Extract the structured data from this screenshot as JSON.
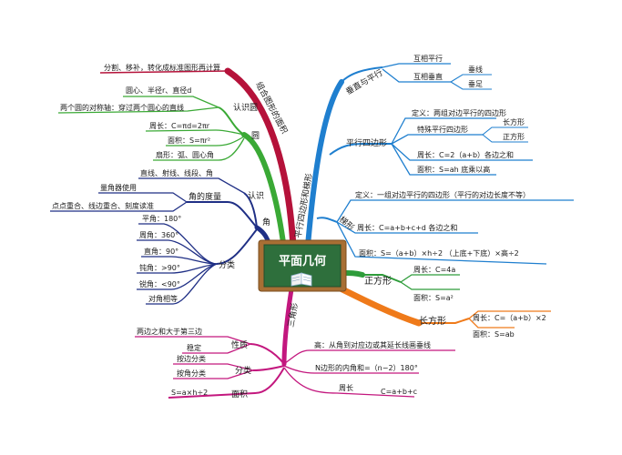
{
  "center": {
    "title": "平面几何"
  },
  "branches": {
    "combo": {
      "label": "组合图形的面积",
      "items": [
        "分割、移补，转化成标准图形再计算"
      ]
    },
    "circle": {
      "label": "圆",
      "recognize": {
        "label": "认识圆",
        "items": [
          "圆心、半径r、直径d",
          "两个圆的对称轴：穿过两个圆心的直线"
        ]
      },
      "perimeter": "周长：C=πd=2πr",
      "area": "面积：S=πr²",
      "sector": "扇形：弧、圆心角"
    },
    "angle": {
      "label": "角",
      "recognize": {
        "label": "认识",
        "item": "直线、射线、线段、角"
      },
      "measure": {
        "label": "角的度量",
        "items": [
          "量角器使用",
          "点点重合、线边重合、刻度读准"
        ]
      },
      "classify": {
        "label": "分类",
        "items": [
          "平角：180°",
          "周角：360°",
          "直角：90°",
          "钝角：>90°",
          "锐角：<90°",
          "对角相等"
        ]
      }
    },
    "triangle": {
      "label": "三角形",
      "nature": {
        "label": "性质",
        "items": [
          "两边之和大于第三边",
          "稳定"
        ]
      },
      "classify": {
        "label": "分类",
        "items": [
          "按边分类",
          "按角分类"
        ]
      },
      "area": {
        "label": "面积",
        "item": "S=a×h÷2"
      },
      "height": "高：从角到对应边或其延长线画垂线",
      "inner_angle": "N边形的内角和=（n−2）180°",
      "perimeter": {
        "label": "周长",
        "item": "C=a+b+c"
      }
    },
    "parallel": {
      "label": "平行四边形和梯形",
      "perp": {
        "label": "垂直与平行",
        "items": [
          "互相平行",
          "互相垂直"
        ],
        "sub": [
          "垂线",
          "垂足"
        ]
      },
      "para": {
        "label": "平行四边形",
        "def": "定义：两组对边平行的四边形",
        "special": "特殊平行四边形",
        "special_items": [
          "长方形",
          "正方形"
        ],
        "perimeter": "周长：C=2（a+b）各边之和",
        "area": "面积：S=ah  底乘以高"
      },
      "trap": {
        "label": "梯形",
        "def": "定义：一组对边平行的四边形（平行的对边长度不等）",
        "perimeter": "周长：C=a+b+c+d  各边之和",
        "area": "面积：S=（a+b）×h÷2  （上底+下底）×高÷2"
      }
    },
    "square": {
      "label": "正方形",
      "items": [
        "周长：C=4a",
        "面积：S=a²"
      ]
    },
    "rect": {
      "label": "长方形",
      "items": [
        "周长：C=（a+b）×2",
        "面积：S=ab"
      ]
    }
  }
}
